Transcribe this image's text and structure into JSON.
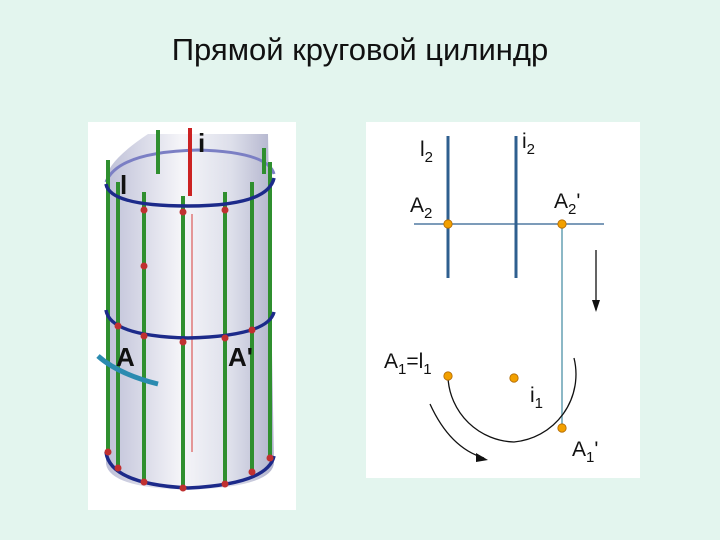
{
  "title": "Прямой круговой цилиндр",
  "colors": {
    "background": "#e3f5ee",
    "generatrix": "#2f8f2f",
    "ring": "#1c2a8a",
    "axis": "#cc2222",
    "surface": "#c9c9d9",
    "projection_line": "#2f5f8f",
    "point": "#f2a000"
  },
  "left_figure": {
    "axis_label": "i",
    "generatrix_label": "l",
    "point_label": "A",
    "point_image_label": "A'"
  },
  "right_figure": {
    "l2": {
      "base": "l",
      "sub": "2"
    },
    "i2": {
      "base": "i",
      "sub": "2"
    },
    "A2": {
      "base": "A",
      "sub": "2"
    },
    "A2p": {
      "base": "A",
      "sub": "2",
      "tail": "'"
    },
    "A1l1": {
      "base": "A",
      "sub": "1",
      "mid": "=l",
      "sub2": "1"
    },
    "i1": {
      "base": "i",
      "sub": "1"
    },
    "A1p": {
      "base": "A",
      "sub": "1",
      "tail": "'"
    }
  }
}
